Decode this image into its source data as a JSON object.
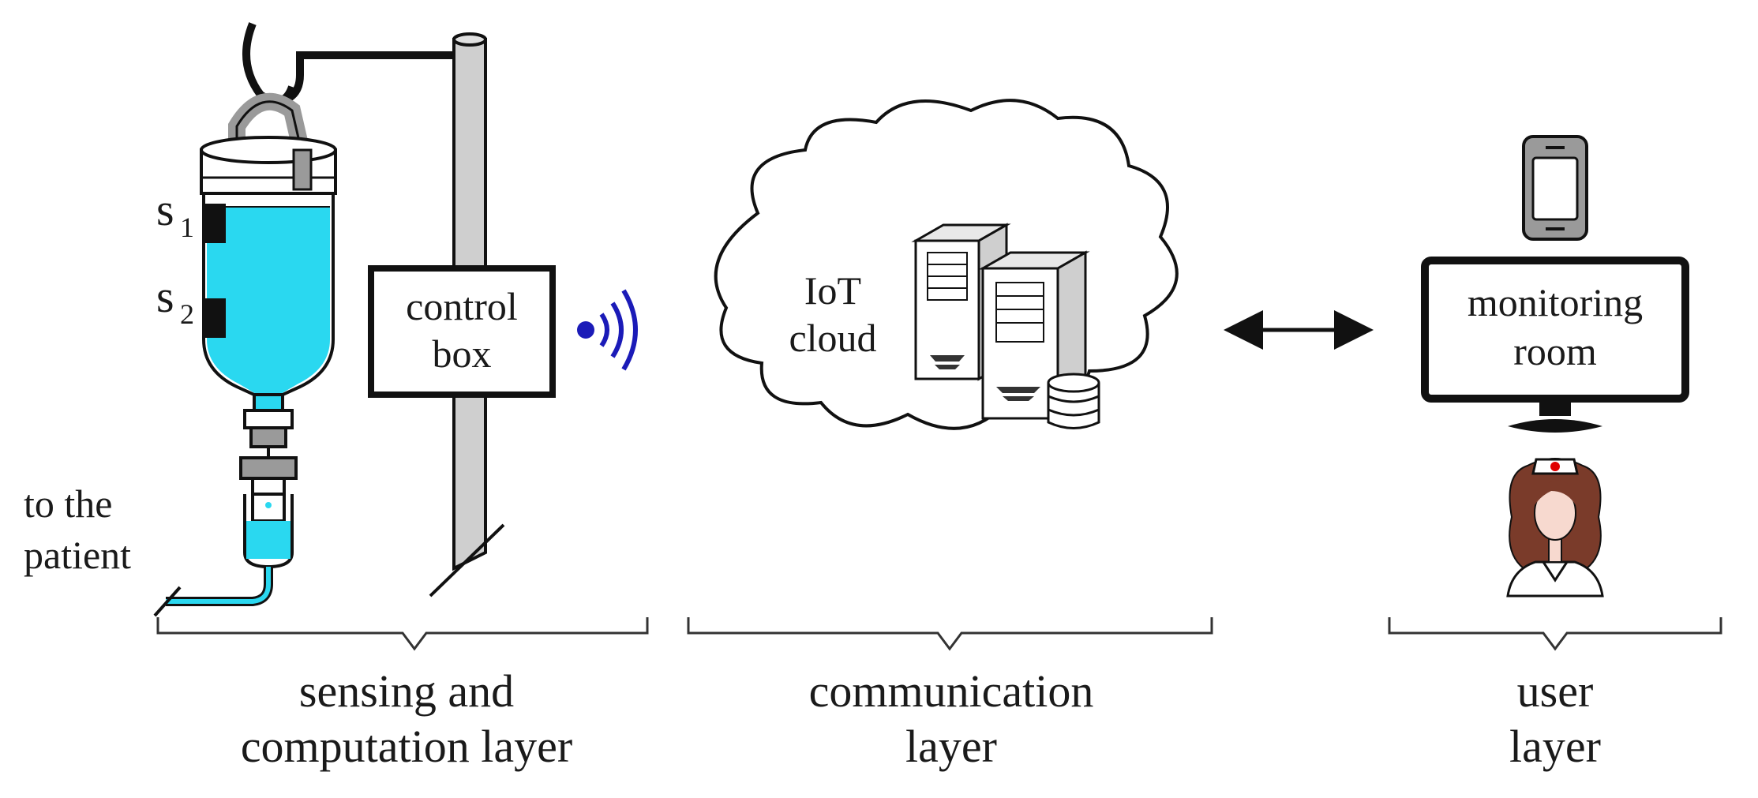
{
  "sensors": {
    "s1": {
      "letter": "s",
      "index": "1"
    },
    "s2": {
      "letter": "s",
      "index": "2"
    }
  },
  "patient_label": {
    "line1": "to the",
    "line2": "patient"
  },
  "control_box": {
    "line1": "control",
    "line2": "box"
  },
  "cloud": {
    "line1": "IoT",
    "line2": "cloud"
  },
  "monitor": {
    "line1": "monitoring",
    "line2": "room"
  },
  "layers": [
    {
      "line1": "sensing and",
      "line2": "computation layer"
    },
    {
      "line1": "communication",
      "line2": "layer"
    },
    {
      "line1": "user",
      "line2": "layer"
    }
  ],
  "colors": {
    "fluid": "#2ad8f0",
    "pole": "#cfcfcf",
    "wireless": "#1b1bb8",
    "alert_dot": "#e00000",
    "skin": "#f7d9cf",
    "hair": "#7a3b2a",
    "outline": "#111111"
  },
  "icons": [
    "iv-bag-icon",
    "iv-pole-icon",
    "wireless-signal-icon",
    "server-icon",
    "database-icon",
    "smartphone-icon",
    "monitor-icon",
    "nurse-icon",
    "bidirectional-arrow-icon"
  ]
}
